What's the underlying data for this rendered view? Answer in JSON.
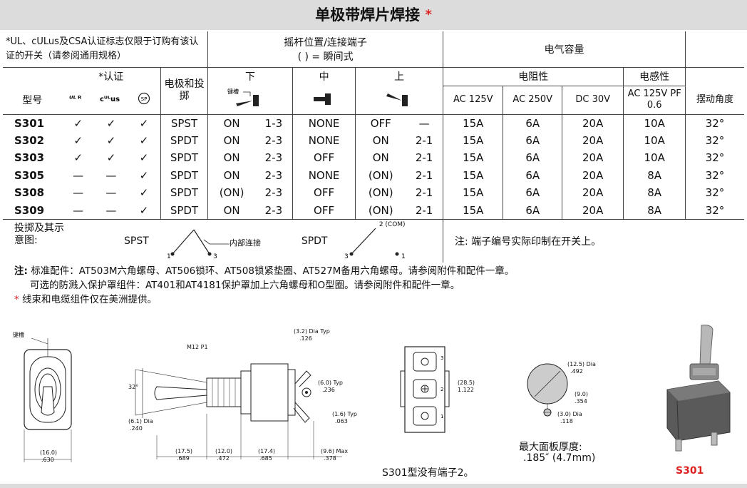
{
  "title": "单极带焊片焊接",
  "title_star": "*",
  "cert_note": "*UL、cULus及CSA认证标志仅限于订购有该认证的开关（请参阅通用规格）",
  "lever_header": "摇杆位置/连接端子",
  "lever_sub": "( ) = 瞬间式",
  "elec_header": "电气容量",
  "cert_header": "*认证",
  "pole_header": "电极和投掷",
  "pos_down": "下",
  "pos_mid": "中",
  "pos_up": "上",
  "keyway_label": "键槽",
  "resistive": "电阻性",
  "inductive": "电感性",
  "model_header": "型号",
  "cert_icons": [
    "UL",
    "cULus",
    "CSA"
  ],
  "rating_cols": [
    "AC 125V",
    "AC 250V",
    "DC 30V",
    "AC 125V PF 0.6"
  ],
  "angle_header": "摆动角度",
  "rows": [
    {
      "model": "S301",
      "ul": "✓",
      "culus": "✓",
      "csa": "✓",
      "pole": "SPST",
      "down": "ON",
      "down_t": "1-3",
      "mid": "NONE",
      "mid_t": "",
      "up": "OFF",
      "up_t": "—",
      "ac125": "15A",
      "ac250": "6A",
      "dc30": "20A",
      "ind": "10A",
      "angle": "32°"
    },
    {
      "model": "S302",
      "ul": "✓",
      "culus": "✓",
      "csa": "✓",
      "pole": "SPDT",
      "down": "ON",
      "down_t": "2-3",
      "mid": "NONE",
      "mid_t": "",
      "up": "ON",
      "up_t": "2-1",
      "ac125": "15A",
      "ac250": "6A",
      "dc30": "20A",
      "ind": "10A",
      "angle": "32°"
    },
    {
      "model": "S303",
      "ul": "✓",
      "culus": "✓",
      "csa": "✓",
      "pole": "SPDT",
      "down": "ON",
      "down_t": "2-3",
      "mid": "OFF",
      "mid_t": "",
      "up": "ON",
      "up_t": "2-1",
      "ac125": "15A",
      "ac250": "6A",
      "dc30": "20A",
      "ind": "10A",
      "angle": "32°"
    },
    {
      "model": "S305",
      "ul": "—",
      "culus": "—",
      "csa": "✓",
      "pole": "SPDT",
      "down": "ON",
      "down_t": "2-3",
      "mid": "NONE",
      "mid_t": "",
      "up": "(ON)",
      "up_t": "2-1",
      "ac125": "15A",
      "ac250": "6A",
      "dc30": "20A",
      "ind": "8A",
      "angle": "32°"
    },
    {
      "model": "S308",
      "ul": "—",
      "culus": "—",
      "csa": "✓",
      "pole": "SPDT",
      "down": "(ON)",
      "down_t": "2-3",
      "mid": "OFF",
      "mid_t": "",
      "up": "(ON)",
      "up_t": "2-1",
      "ac125": "15A",
      "ac250": "6A",
      "dc30": "20A",
      "ind": "8A",
      "angle": "32°"
    },
    {
      "model": "S309",
      "ul": "—",
      "culus": "—",
      "csa": "✓",
      "pole": "SPDT",
      "down": "ON",
      "down_t": "2-3",
      "mid": "OFF",
      "mid_t": "",
      "up": "(ON)",
      "up_t": "2-1",
      "ac125": "15A",
      "ac250": "6A",
      "dc30": "20A",
      "ind": "8A",
      "angle": "32°"
    }
  ],
  "throw_label": "投掷及其示意图:",
  "spst": "SPST",
  "spdt": "SPDT",
  "internal_conn": "内部连接",
  "com_label": "2 (COM)",
  "term_note": "注: 端子编号实际印制在开关上。",
  "notes": {
    "n1_label": "注:",
    "n1": "标准配件：AT503M六角螺母、AT506锁环、AT508锁紧垫圈、AT527M备用六角螺母。请参阅附件和配件一章。",
    "n2": "可选的防溅入保护罩组件：AT401和AT4181保护罩加上六角螺母和O型圈。请参阅附件和配件一章。",
    "n3_star": "*",
    "n3": "线束和电缆组件仅在美洲提供。"
  },
  "drawing": {
    "keyway": "键槽",
    "m12": "M12 P1",
    "angle": "32°",
    "d1": "(3.2) Dia Typ",
    "d1b": ".126",
    "d2": "(6.0) Typ",
    "d2b": ".236",
    "d3": "(1.6) Typ",
    "d3b": ".063",
    "d4": "(6.1) Dia",
    "d4b": ".240",
    "d5": "(16.0)",
    "d5b": ".630",
    "d6": "(17.5)",
    "d6b": ".689",
    "d7": "(12.0)",
    "d7b": ".472",
    "d8": "(17.4)",
    "d8b": ".685",
    "d9": "(9.6) Max",
    "d9b": ".378",
    "d10": "(28.5)",
    "d10b": "1.122",
    "d11": "(12.5) Dia",
    "d11b": ".492",
    "d12": "(9.0)",
    "d12b": ".354",
    "d13": "(3.0) Dia",
    "d13b": ".118",
    "panel_label": "最大面板厚度:",
    "panel_value": ".185″ (4.7mm)",
    "s301_note": "S301型没有端子2。",
    "photo_label": "S301"
  }
}
